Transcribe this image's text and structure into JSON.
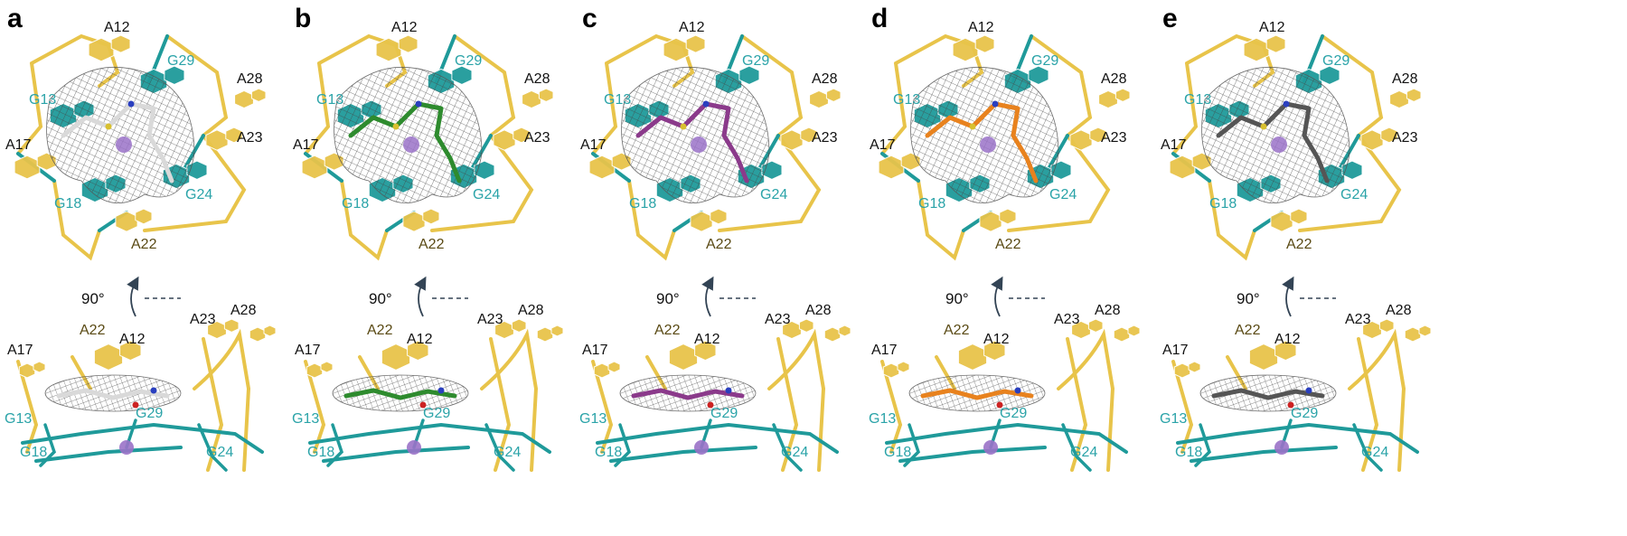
{
  "figure": {
    "panels": [
      {
        "letter": "a"
      },
      {
        "letter": "b"
      },
      {
        "letter": "c"
      },
      {
        "letter": "d"
      },
      {
        "letter": "e"
      }
    ],
    "top_labels": {
      "A12": "A12",
      "A28": "A28",
      "G29": "G29",
      "G13": "G13",
      "A17": "A17",
      "A23": "A23",
      "G18": "G18",
      "G24": "G24",
      "A22": "A22"
    },
    "bottom_labels": {
      "A17": "A17",
      "A22": "A22",
      "A12": "A12",
      "A23": "A23",
      "A28": "A28",
      "G13": "G13",
      "G18": "G18",
      "G29": "G29",
      "G24": "G24"
    },
    "rotation_label": "90°",
    "ligand_colors": [
      "#d9d9d9",
      "#2e8b2e",
      "#8b3a8b",
      "#e8821e",
      "#555555"
    ],
    "colors": {
      "adenine": "#e8c44a",
      "guanine": "#1f9a9a",
      "ion": "#9a72c8",
      "mesh": "#555555",
      "arrow": "#334455"
    }
  }
}
